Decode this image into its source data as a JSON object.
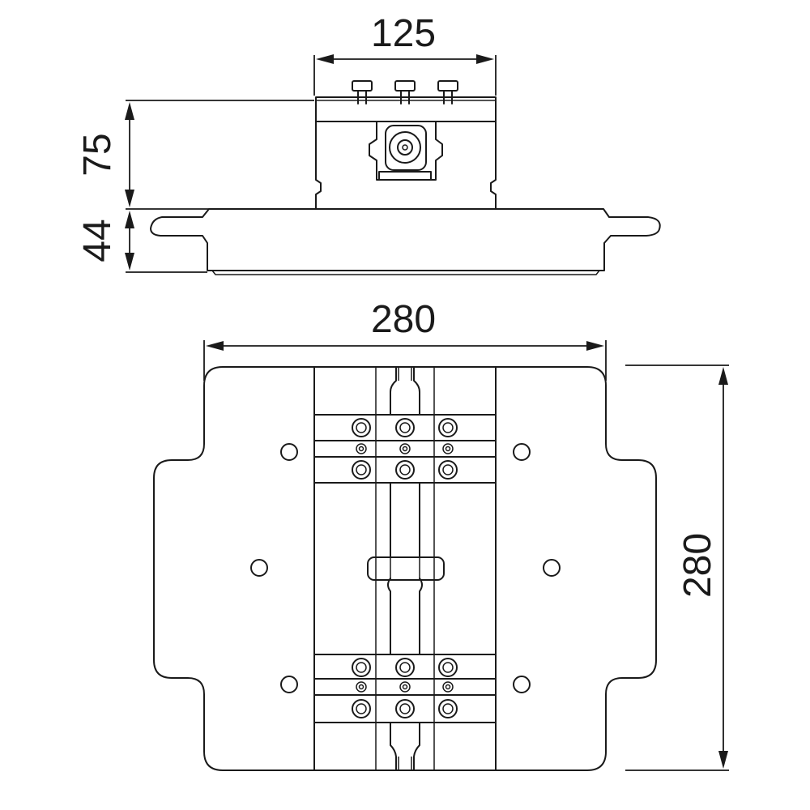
{
  "dimensions": {
    "top_width": "125",
    "upper_height": "75",
    "base_height": "44",
    "plate_width": "280",
    "plate_height": "280"
  }
}
